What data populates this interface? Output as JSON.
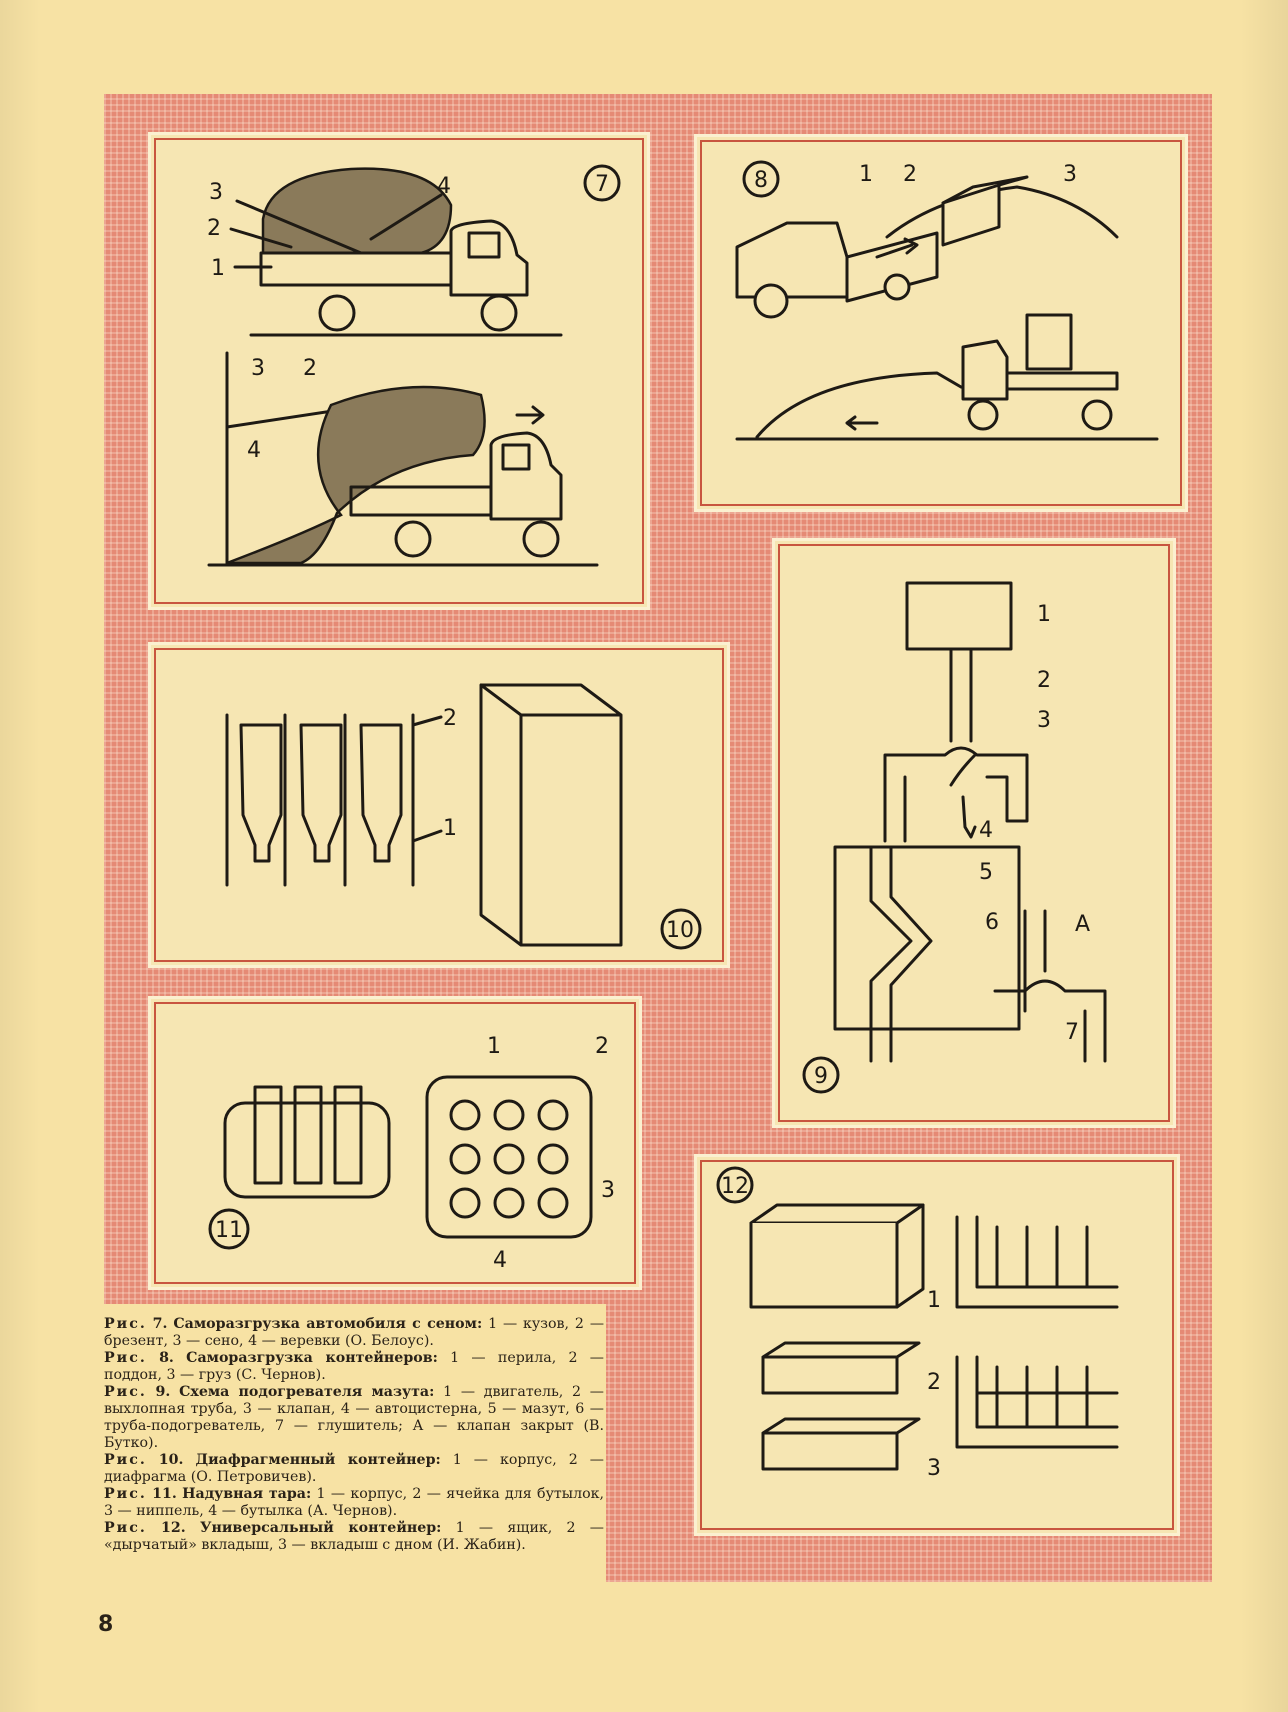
{
  "page_number": "8",
  "figures": [
    {
      "number": "7",
      "labels": [
        "1",
        "2",
        "3",
        "4",
        "2",
        "3",
        "4"
      ]
    },
    {
      "number": "8",
      "labels": [
        "1",
        "2",
        "3"
      ]
    },
    {
      "number": "9",
      "labels": [
        "1",
        "2",
        "3",
        "4",
        "5",
        "6",
        "А",
        "7"
      ]
    },
    {
      "number": "10",
      "labels": [
        "2",
        "1"
      ]
    },
    {
      "number": "11",
      "labels": [
        "1",
        "2",
        "3",
        "4"
      ]
    },
    {
      "number": "12",
      "labels": [
        "1",
        "2",
        "3"
      ]
    }
  ],
  "captions": [
    {
      "ref": "Рис.",
      "num": "7.",
      "title": "Саморазгрузка автомобиля с сеном:",
      "text": "1 — кузов, 2 — брезент, 3 — сено, 4 — веревки (О. Белоус)."
    },
    {
      "ref": "Рис.",
      "num": "8.",
      "title": "Саморазгрузка контейнеров:",
      "text": "1 — перила, 2 — поддон, 3 — груз (С. Чернов)."
    },
    {
      "ref": "Рис.",
      "num": "9.",
      "title": "Схема подогревателя мазута:",
      "text": "1 — двигатель, 2 — выхлопная труба, 3 — клапан, 4 — автоцистерна, 5 — мазут, 6 — труба-подогреватель, 7 — глушитель; А — клапан закрыт (В. Бутко)."
    },
    {
      "ref": "Рис.",
      "num": "10.",
      "title": "Диафрагменный контейнер:",
      "text": "1 — корпус, 2 — диафрагма (О. Петровичев)."
    },
    {
      "ref": "Рис.",
      "num": "11.",
      "title": "Надувная тара:",
      "text": "1 — корпус, 2 — ячейка для бутылок, 3 — ниппель, 4 — бутылка (А. Чернов)."
    },
    {
      "ref": "Рис.",
      "num": "12.",
      "title": "Универсальный контейнер:",
      "text": "1 — ящик, 2 — «дырчатый» вкладыш, 3 — вкладыш с дном (И. Жабин)."
    }
  ]
}
